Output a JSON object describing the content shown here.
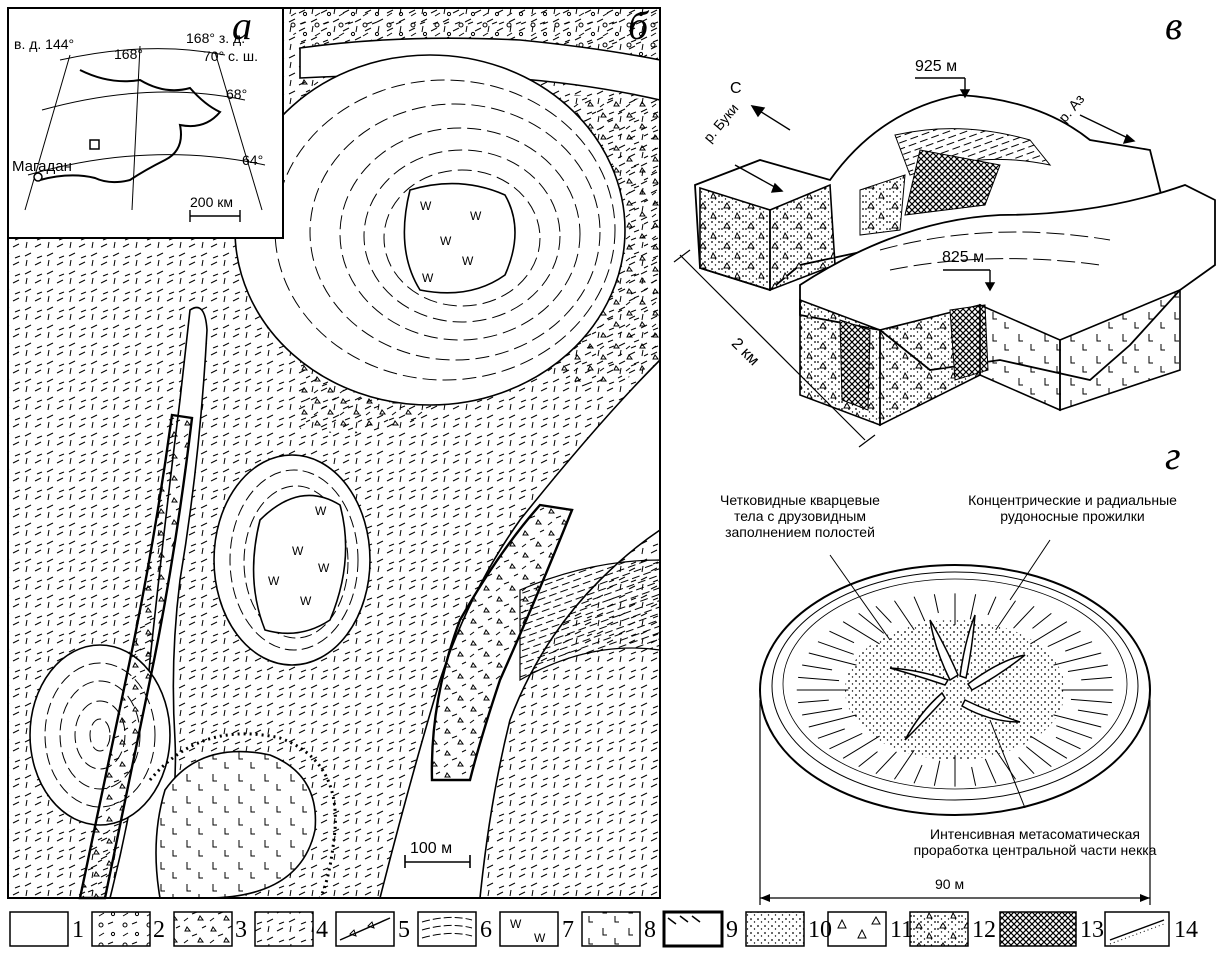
{
  "panels": {
    "a": {
      "letter": "а",
      "lon_east": "в. д. 144°",
      "lon_168": "168°",
      "lon_west": "168° з. д.",
      "lat_70": "70° с. ш.",
      "lat_68": "68°",
      "lat_64": "64°",
      "city": "Магадан",
      "scale": "200 км"
    },
    "b": {
      "letter": "б",
      "scale": "100 м"
    },
    "v": {
      "letter": "в",
      "north": "С",
      "peak_high": "925 м",
      "peak_low": "825 м",
      "river_1": "р. Буки",
      "river_2": "р. Аз",
      "scale": "2 км"
    },
    "g": {
      "letter": "г",
      "callout_1": "Четковидные кварцевые\nтела с друзовидным\nзаполнением полостей",
      "callout_2": "Концентрические и радиальные\nрудоносные прожилки",
      "callout_3": "Интенсивная метасоматическая\nпроработка центральной части некка",
      "scale": "90 м"
    }
  },
  "legend": [
    "1",
    "2",
    "3",
    "4",
    "5",
    "6",
    "7",
    "8",
    "9",
    "10",
    "11",
    "12",
    "13",
    "14"
  ]
}
